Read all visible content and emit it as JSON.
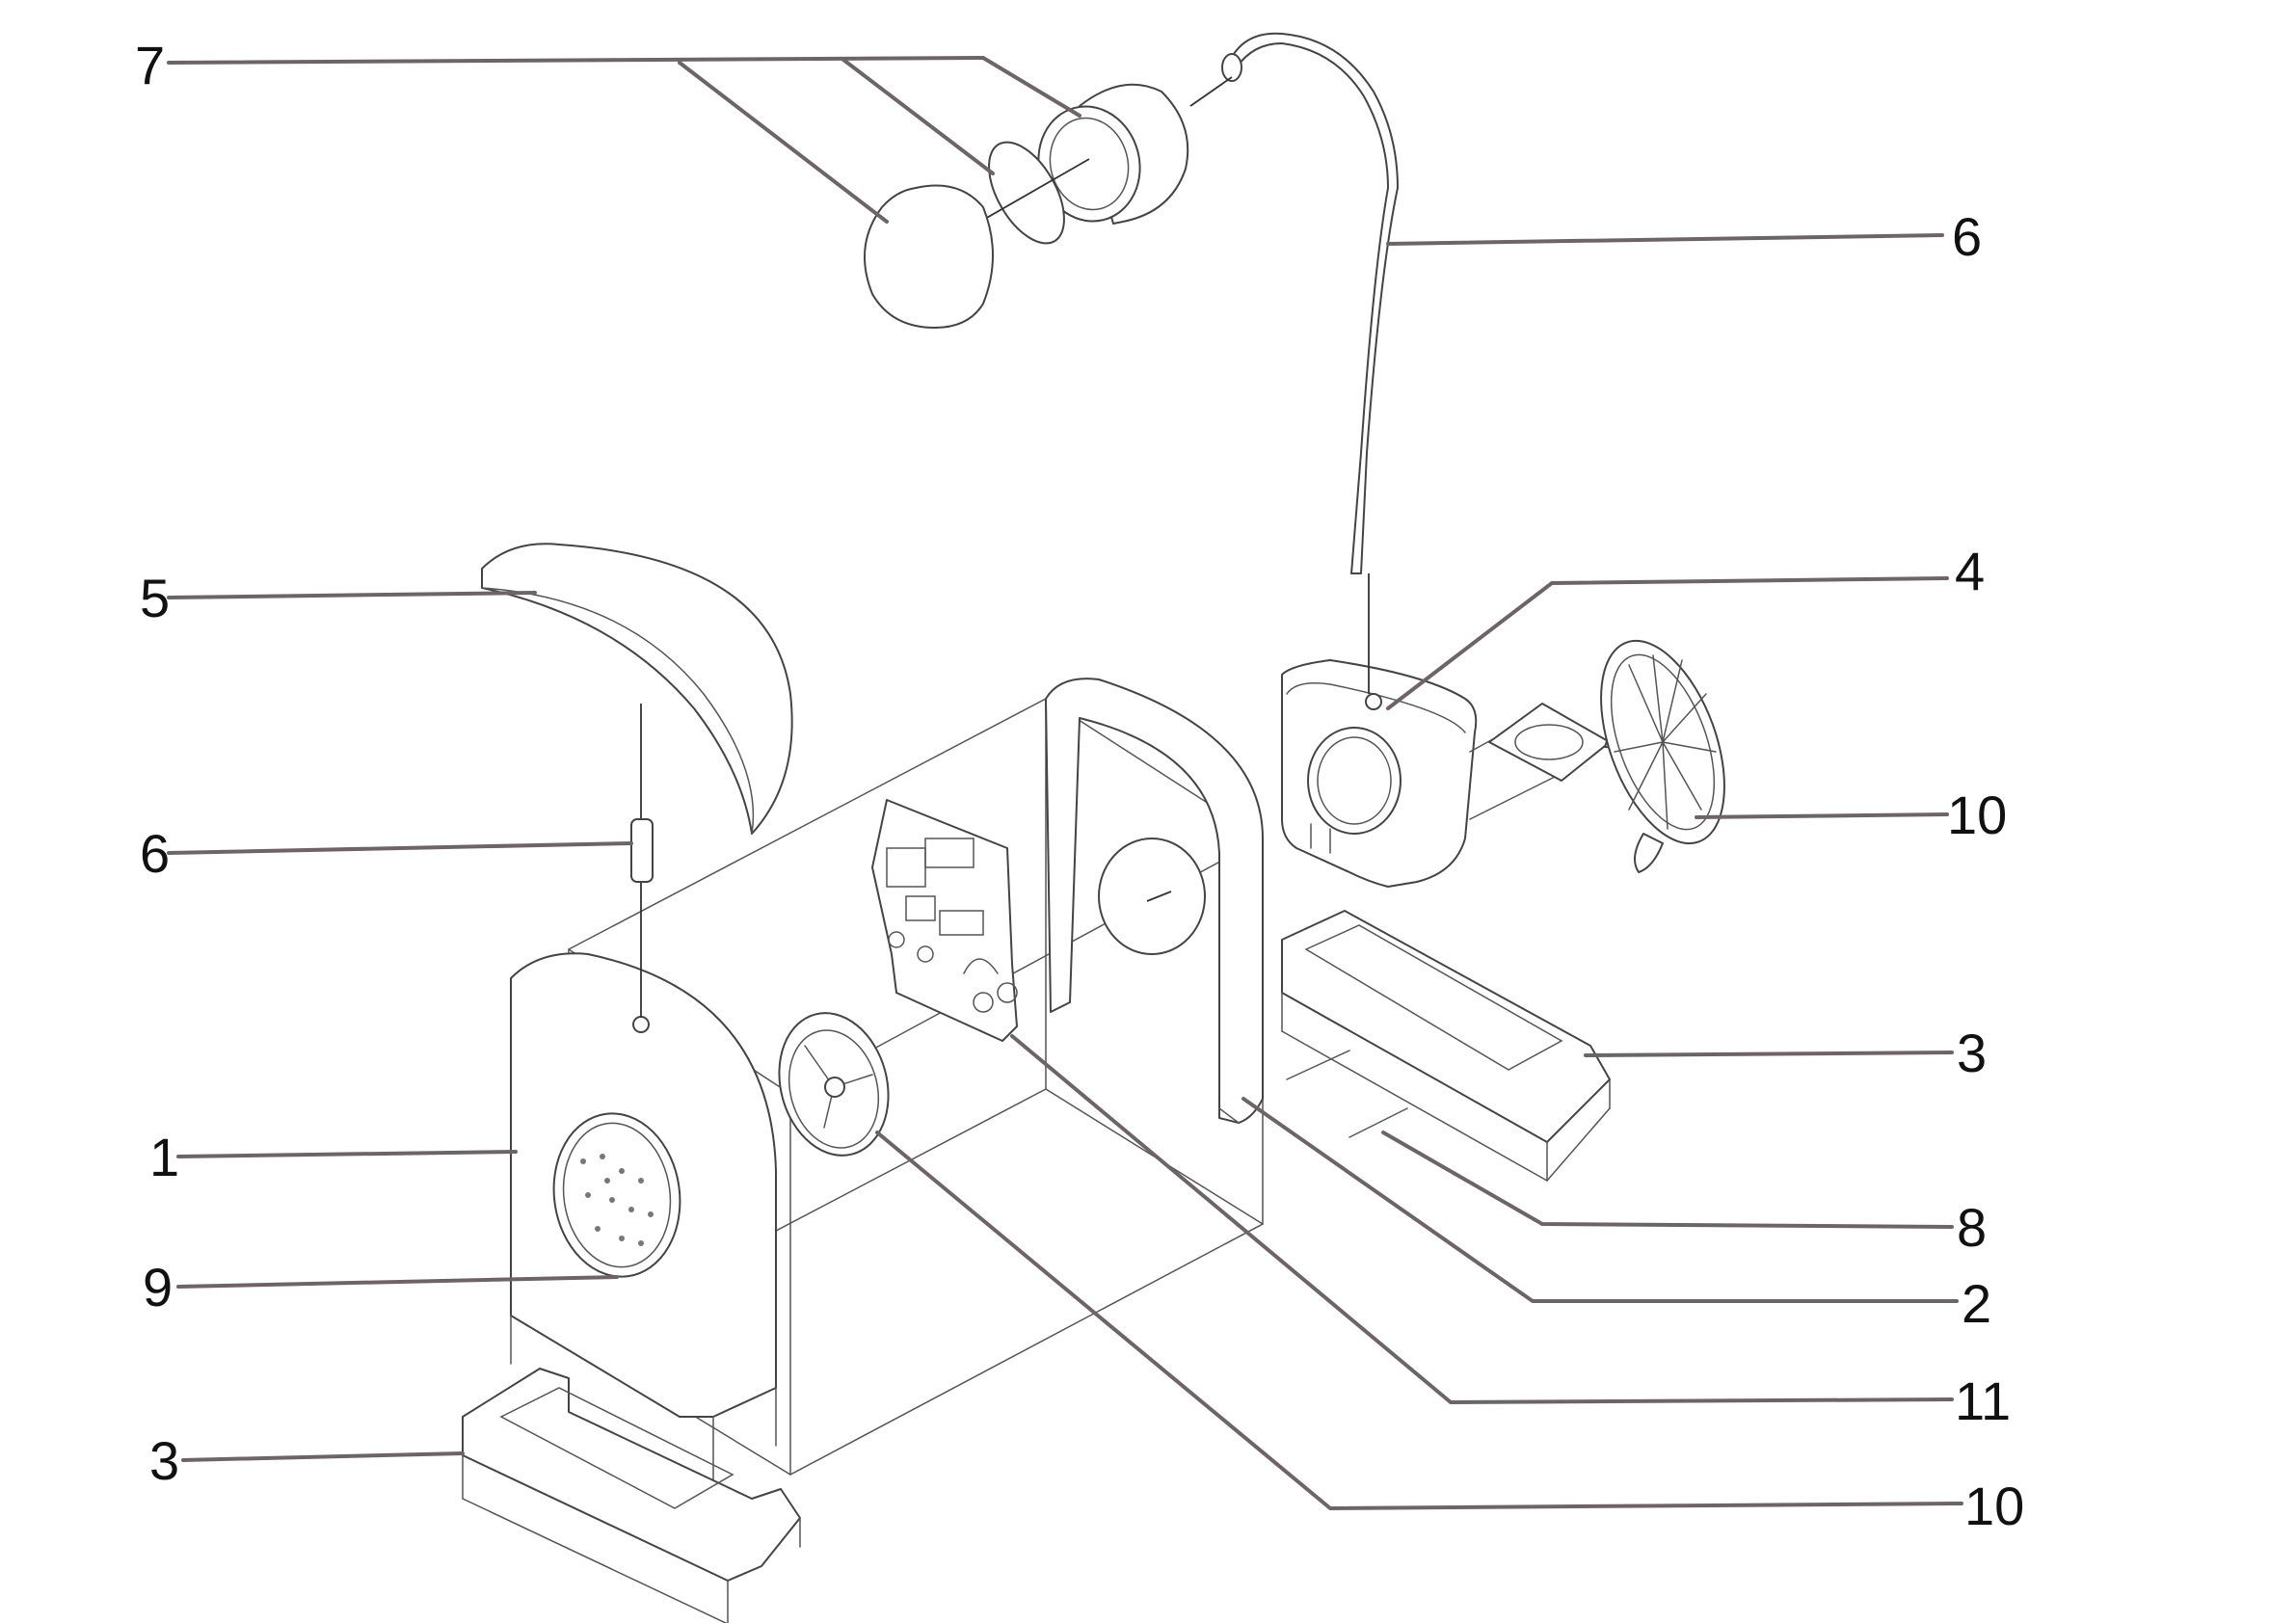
{
  "callouts": [
    {
      "id": "7",
      "label": "7"
    },
    {
      "id": "6a",
      "label": "6"
    },
    {
      "id": "5",
      "label": "5"
    },
    {
      "id": "6b",
      "label": "6"
    },
    {
      "id": "1",
      "label": "1"
    },
    {
      "id": "9",
      "label": "9"
    },
    {
      "id": "3a",
      "label": "3"
    },
    {
      "id": "4",
      "label": "4"
    },
    {
      "id": "10a",
      "label": "10"
    },
    {
      "id": "3b",
      "label": "3"
    },
    {
      "id": "8",
      "label": "8"
    },
    {
      "id": "2",
      "label": "2"
    },
    {
      "id": "11",
      "label": "11"
    },
    {
      "id": "10b",
      "label": "10"
    }
  ]
}
